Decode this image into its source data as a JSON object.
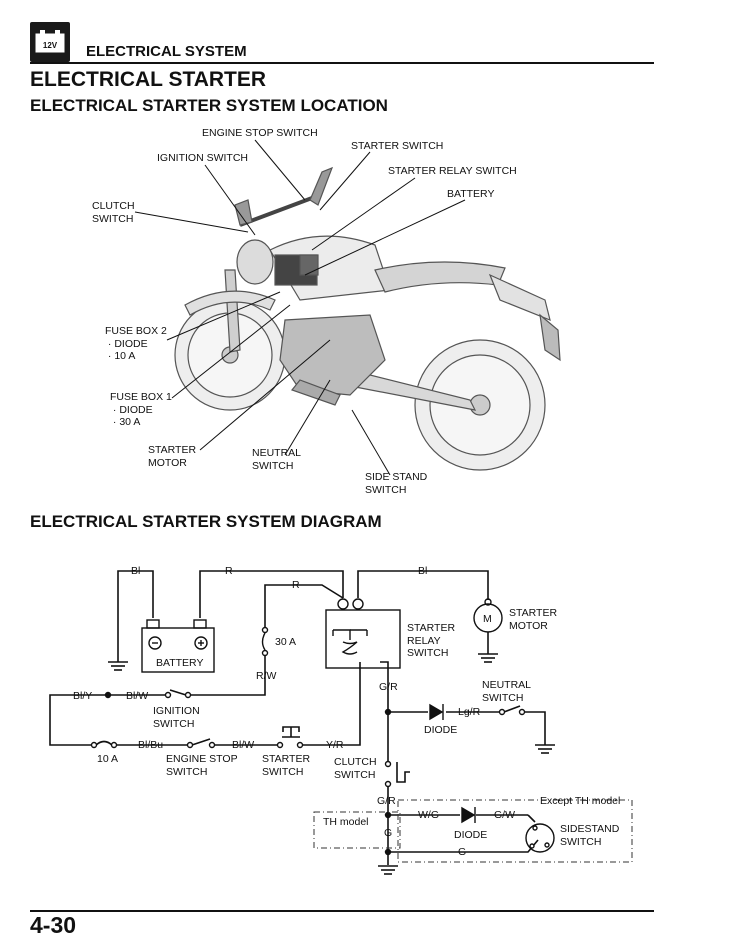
{
  "header": {
    "icon_text": "12V",
    "section": "ELECTRICAL SYSTEM"
  },
  "title": "ELECTRICAL STARTER",
  "location": {
    "heading": "ELECTRICAL STARTER SYSTEM LOCATION",
    "callouts": {
      "engine_stop_switch": "ENGINE STOP SWITCH",
      "starter_switch": "STARTER SWITCH",
      "ignition_switch": "IGNITION SWITCH",
      "starter_relay_switch": "STARTER RELAY SWITCH",
      "battery": "BATTERY",
      "clutch_switch": "CLUTCH\nSWITCH",
      "fuse_box_2": "FUSE BOX 2\n · DIODE\n · 10 A",
      "fuse_box_1": "FUSE BOX 1\n · DIODE\n · 30 A",
      "starter_motor": "STARTER\nMOTOR",
      "neutral_switch": "NEUTRAL\nSWITCH",
      "side_stand_switch": "SIDE STAND\nSWITCH"
    }
  },
  "diagram": {
    "heading": "ELECTRICAL STARTER SYSTEM DIAGRAM",
    "wires": {
      "bl": "Bl",
      "r": "R",
      "r2": "R",
      "bl2": "Bl",
      "bl_y": "Bl/Y",
      "bl_w": "Bl/W",
      "bl_bu": "Bl/Bu",
      "bl_w2": "Bl/W",
      "y_r": "Y/R",
      "r_w": "R/W",
      "g_r": "G/R",
      "lg_r": "Lg/R",
      "g_r2": "G/R",
      "w_g": "W/G",
      "g_w": "G/W",
      "g": "G",
      "g2": "G"
    },
    "labels": {
      "battery": "BATTERY",
      "fuse_30a": "30 A",
      "fuse_10a": "10 A",
      "starter_relay_switch": "STARTER\nRELAY\nSWITCH",
      "starter_motor": "STARTER\nMOTOR",
      "motor_symbol": "M",
      "neutral_switch": "NEUTRAL\nSWITCH",
      "diode": "DIODE",
      "diode2": "DIODE",
      "ignition_switch": "IGNITION\nSWITCH",
      "engine_stop_switch": "ENGINE STOP\nSWITCH",
      "starter_switch": "STARTER\nSWITCH",
      "clutch_switch": "CLUTCH\nSWITCH",
      "except_th": "Except TH model",
      "th_model": "TH model",
      "sidestand_switch": "SIDESTAND\nSWITCH"
    }
  },
  "footer": {
    "page_number": "4-30"
  }
}
